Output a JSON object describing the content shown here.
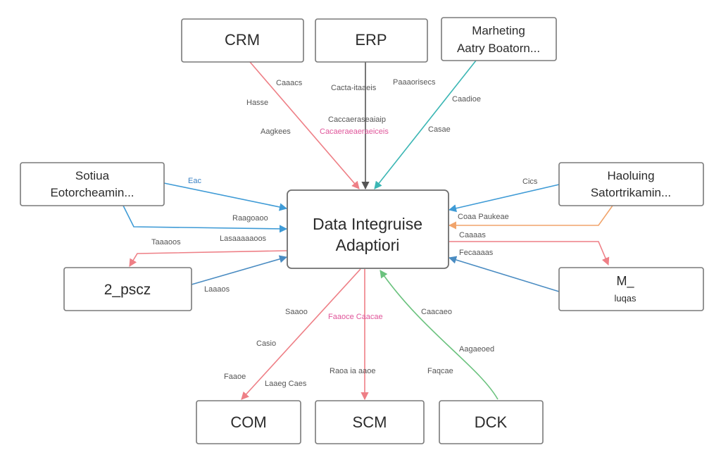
{
  "hub": {
    "line1": "Data Integruise",
    "line2": "Adaptiori"
  },
  "nodes": {
    "crm": {
      "line1": "CRM"
    },
    "erp": {
      "line1": "ERP"
    },
    "marketing": {
      "line1": "Marheting",
      "line2": "Aatry Boatorn..."
    },
    "left_top": {
      "line1": "Sotiua",
      "line2": "Eotorcheamin..."
    },
    "right_top": {
      "line1": "Haoluing",
      "line2": "Satortrikamin..."
    },
    "left_mid": {
      "line1": "2_pscz"
    },
    "right_mid": {
      "line1": "M_",
      "line2": "luqas"
    },
    "com": {
      "line1": "COM"
    },
    "scm": {
      "line1": "SCM"
    },
    "dck": {
      "line1": "DCK"
    }
  },
  "edge_labels": {
    "crm_a": "Caaacs",
    "crm_b": "Hasse",
    "crm_c": "Aagkees",
    "erp_a": "Cacta-itaaeis",
    "erp_b": "Caccaeraseaiaip",
    "erp_c": "Cacaeraeaeraeiceis",
    "mkt_a": "Paaaorisecs",
    "mkt_b": "Caadioe",
    "mkt_c": "Casae",
    "lt_a": "Eac",
    "lt_b": "Raagoaoo",
    "lt_c": "Lasaaaaaoos",
    "rt_a": "Cics",
    "rt_b": "Coaa Paukeae",
    "rt_c": "Caaaas",
    "rt_d": "Fecaaaas",
    "lm_a": "Taaaoos",
    "lm_b": "Laaaos",
    "com_a": "Saaoo",
    "com_b": "Casio",
    "com_c": "Faaoe",
    "com_d": "Laaeg Caes",
    "scm_a": "Faaoce Caacae",
    "scm_b": "Raoa ia aaoe",
    "dck_a": "Caacaeo",
    "dck_b": "Aagaeoed",
    "dck_c": "Faqcae"
  },
  "colors": {
    "red": "#ee7f86",
    "dark": "#555555",
    "teal": "#3bb6b4",
    "blue": "#3f9bd6",
    "orange": "#f1a46b",
    "steel": "#4a8cc2",
    "green": "#6bc27e",
    "pink": "#e0559a"
  }
}
